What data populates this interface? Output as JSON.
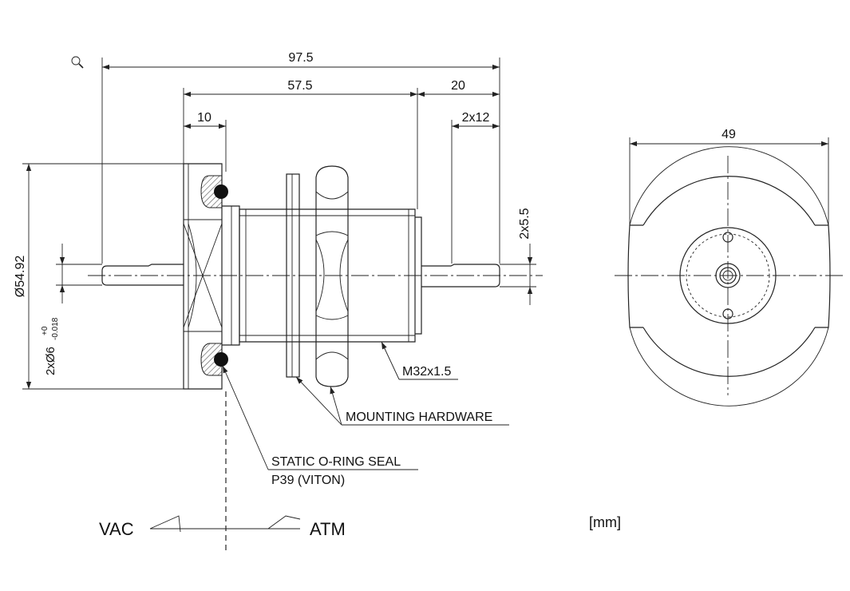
{
  "dimensions": {
    "overall_length": "97.5",
    "body_length": "57.5",
    "pin_length": "20",
    "pin_spacing": "2x12",
    "flange_width": "10",
    "outer_diameter": "Ø54.92",
    "pin_diameter": "2xØ6",
    "pin_tol_upper": "+0",
    "pin_tol_lower": "-0.018",
    "pin_height": "2x5.5",
    "front_diameter": "49"
  },
  "callouts": {
    "thread": "M32x1.5",
    "hardware": "MOUNTING HARDWARE",
    "seal_line1": "STATIC O-RING SEAL",
    "seal_line2": "P39 (VITON)"
  },
  "sides": {
    "vac": "VAC",
    "atm": "ATM"
  },
  "units": "[mm]",
  "icons": {
    "zoom": "magnifier-icon"
  }
}
